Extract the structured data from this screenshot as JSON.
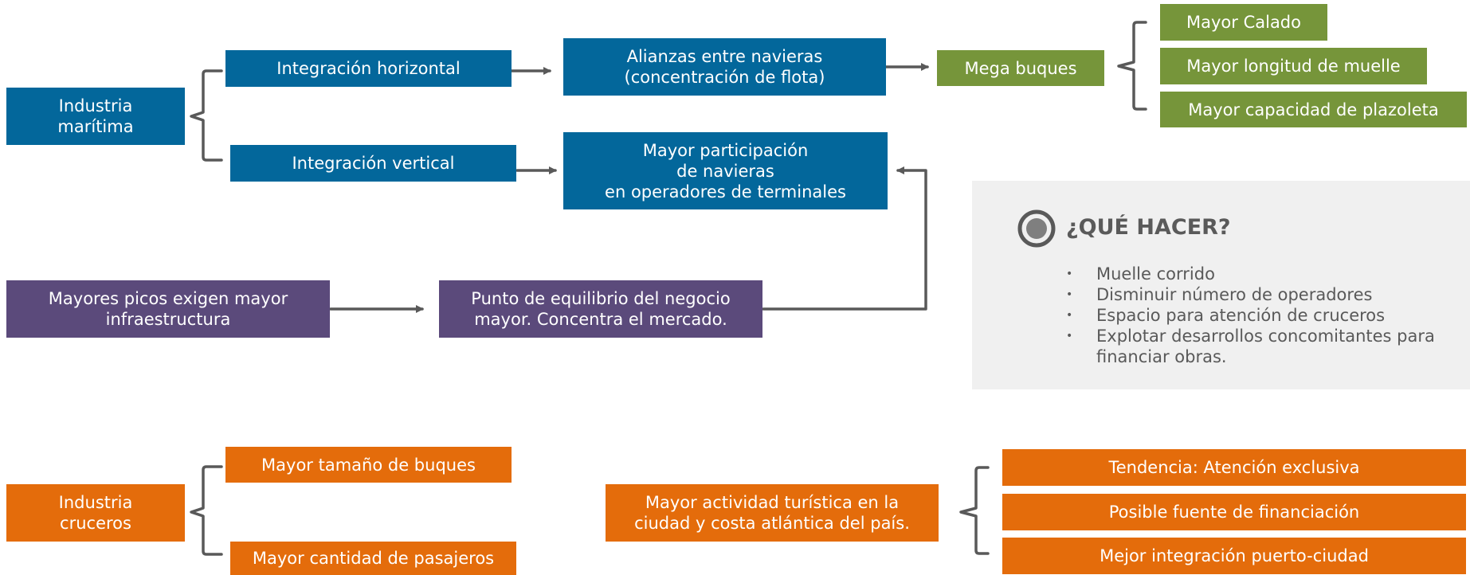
{
  "colors": {
    "blue": "#03679b",
    "green": "#76953a",
    "purple": "#5b4a7b",
    "orange": "#e46c0b",
    "connector": "#595959",
    "panel": "#f0f0f0"
  },
  "maritime": {
    "root": "Industria\nmarítima",
    "horizontal": "Integración horizontal",
    "vertical": "Integración vertical",
    "alliances": "Alianzas entre navieras\n(concentración de flota)",
    "participation": "Mayor participación\nde navieras\nen operadores de terminales",
    "megaships": "Mega buques",
    "draft": "Mayor Calado",
    "quay_length": "Mayor longitud de muelle",
    "yard_capacity": "Mayor capacidad de plazoleta"
  },
  "peaks": {
    "demand": "Mayores picos exigen mayor\ninfraestructura",
    "equilibrium": "Punto de equilibrio del negocio\nmayor. Concentra el mercado."
  },
  "what_to_do": {
    "icon": "target-circle-icon",
    "title": "¿QUÉ HACER?",
    "bullet_symbol": "•",
    "items": [
      "Muelle corrido",
      "Disminuir número de operadores",
      "Espacio para atención de cruceros",
      "Explotar desarrollos concomitantes para financiar obras."
    ]
  },
  "cruises": {
    "root": "Industria\ncruceros",
    "ship_size": "Mayor tamaño de buques",
    "passengers": "Mayor cantidad de pasajeros",
    "tourism": "Mayor actividad turística en la\nciudad y costa atlántica del país.",
    "exclusive": "Tendencia: Atención exclusiva",
    "financing": "Posible fuente de financiación",
    "integration": "Mejor integración puerto-ciudad"
  }
}
